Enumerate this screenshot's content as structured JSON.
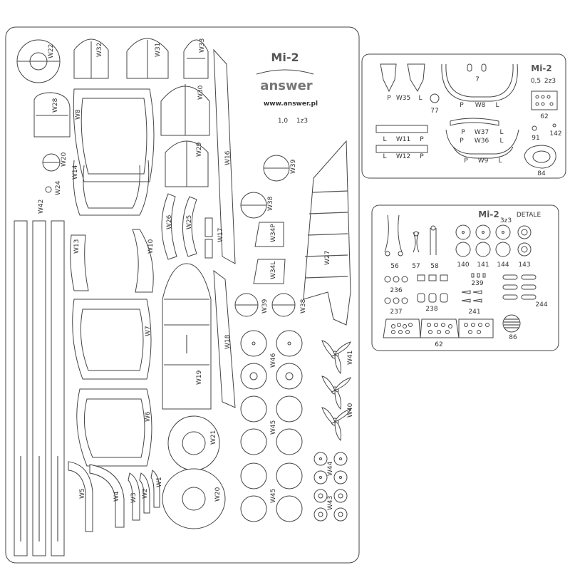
{
  "sheets": {
    "main": {
      "title": "Mi-2",
      "brand": "answer",
      "website": "www.answer.pl",
      "thickness": "1,0",
      "scale": "1z3"
    },
    "top_right": {
      "title": "Mi-2",
      "thickness": "0,5",
      "scale": "2z3"
    },
    "detail": {
      "title": "Mi-2",
      "scale": "3z3",
      "subtitle": "DETALE"
    }
  },
  "part_labels": {
    "w22": "W22",
    "w32": "W32",
    "w31": "W31",
    "w33": "W33",
    "w28": "W28",
    "w8": "W8",
    "w30": "W30",
    "w20": "W20",
    "w24": "W24",
    "w14": "W14",
    "w29": "W29",
    "w16": "W16",
    "w42": "W42",
    "w13": "W13",
    "w10": "W10",
    "w26": "W26",
    "w25": "W25",
    "w17": "W17",
    "w7": "W7",
    "w19": "W19",
    "w18": "W18",
    "w6": "W6",
    "w21": "W21",
    "w20b": "W20",
    "w5": "W5",
    "w4": "W4",
    "w3": "W3",
    "w2": "W2",
    "w1": "W1",
    "w39": "W39",
    "w38": "W38",
    "w34p": "W34P",
    "w34l": "W34L",
    "w27": "W27",
    "w39b": "W39",
    "w38b": "W38",
    "w46": "W46",
    "w45": "W45",
    "w45b": "W45",
    "w41": "W41",
    "w40": "W40",
    "w44": "W44",
    "w43": "W43",
    "tr_w35": "W35",
    "tr_p1": "P",
    "tr_l1": "L",
    "tr_77": "77",
    "tr_7": "7",
    "tr_p2": "P",
    "tr_w8": "W8",
    "tr_l2": "L",
    "tr_62": "62",
    "tr_p3": "P",
    "tr_w37": "W37",
    "tr_l3": "L",
    "tr_l4": "L",
    "tr_w11": "W11",
    "tr_p4": "P",
    "tr_p5": "P",
    "tr_w36": "W36",
    "tr_l5": "L",
    "tr_91": "91",
    "tr_142": "142",
    "tr_l6": "L",
    "tr_w12": "W12",
    "tr_p6": "P",
    "tr_p7": "P",
    "tr_w9": "W9",
    "tr_l7": "L",
    "tr_84": "84",
    "d_56": "56",
    "d_57": "57",
    "d_58": "58",
    "d_140": "140",
    "d_141": "141",
    "d_144": "144",
    "d_143": "143",
    "d_239": "239",
    "d_236": "236",
    "d_244": "244",
    "d_237": "237",
    "d_238": "238",
    "d_241": "241",
    "d_62": "62",
    "d_86": "86"
  },
  "colors": {
    "outline": "#444444",
    "paper": "#ffffff",
    "title_gray": "#555555"
  }
}
